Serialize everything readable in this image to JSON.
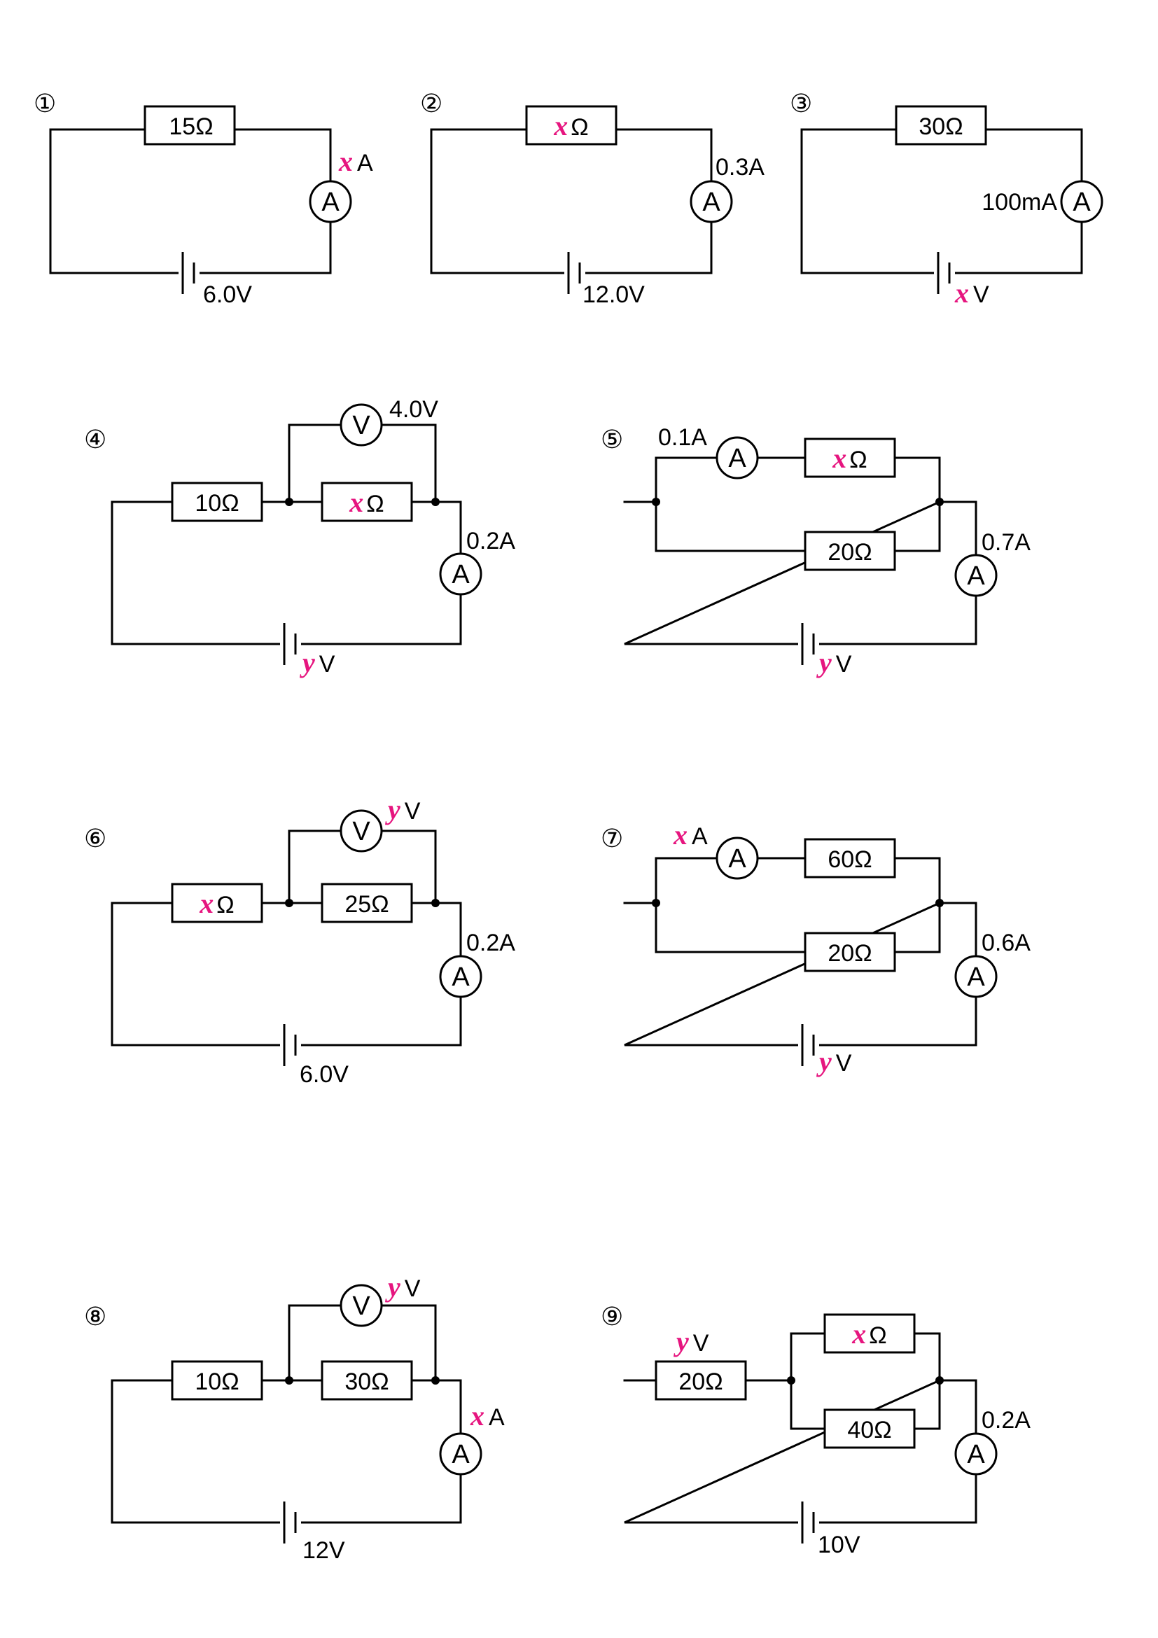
{
  "colors": {
    "variable": "#e6157f",
    "line": "#000000"
  },
  "circuits": [
    {
      "number": "①",
      "resistor_1": {
        "value": "15",
        "unit": "Ω"
      },
      "ammeter": {
        "symbol": "A",
        "var": "x",
        "unit": "A"
      },
      "battery": {
        "text": "6.0V"
      }
    },
    {
      "number": "②",
      "resistor_1": {
        "var": "x",
        "unit": "Ω"
      },
      "ammeter": {
        "symbol": "A",
        "text": "0.3A"
      },
      "battery": {
        "text": "12.0V"
      }
    },
    {
      "number": "③",
      "resistor_1": {
        "value": "30",
        "unit": "Ω"
      },
      "ammeter": {
        "symbol": "A",
        "text": "100mA"
      },
      "battery": {
        "var": "x",
        "unit": "V"
      }
    },
    {
      "number": "④",
      "resistor_1": {
        "value": "10",
        "unit": "Ω"
      },
      "resistor_2": {
        "var": "x",
        "unit": "Ω"
      },
      "voltmeter": {
        "symbol": "V",
        "text": "4.0V"
      },
      "ammeter": {
        "symbol": "A",
        "text": "0.2A"
      },
      "battery": {
        "var": "y",
        "unit": "V"
      }
    },
    {
      "number": "⑤",
      "ammeter_1": {
        "symbol": "A",
        "text": "0.1A"
      },
      "resistor_1": {
        "var": "x",
        "unit": "Ω"
      },
      "resistor_2": {
        "value": "20",
        "unit": "Ω"
      },
      "ammeter": {
        "symbol": "A",
        "text": "0.7A"
      },
      "battery": {
        "var": "y",
        "unit": "V"
      }
    },
    {
      "number": "⑥",
      "resistor_1": {
        "var": "x",
        "unit": "Ω"
      },
      "resistor_2": {
        "value": "25",
        "unit": "Ω"
      },
      "voltmeter": {
        "symbol": "V",
        "var": "y",
        "unit": "V"
      },
      "ammeter": {
        "symbol": "A",
        "text": "0.2A"
      },
      "battery": {
        "text": "6.0V"
      }
    },
    {
      "number": "⑦",
      "ammeter_1": {
        "symbol": "A",
        "var": "x",
        "unit": "A"
      },
      "resistor_1": {
        "value": "60",
        "unit": "Ω"
      },
      "resistor_2": {
        "value": "20",
        "unit": "Ω"
      },
      "ammeter": {
        "symbol": "A",
        "text": "0.6A"
      },
      "battery": {
        "var": "y",
        "unit": "V"
      }
    },
    {
      "number": "⑧",
      "resistor_1": {
        "value": "10",
        "unit": "Ω"
      },
      "resistor_2": {
        "value": "30",
        "unit": "Ω"
      },
      "voltmeter": {
        "symbol": "V",
        "var": "y",
        "unit": "V"
      },
      "ammeter": {
        "symbol": "A",
        "var": "x",
        "unit": "A"
      },
      "battery": {
        "text": "12V"
      }
    },
    {
      "number": "⑨",
      "resistor_1": {
        "value": "20",
        "unit": "Ω"
      },
      "resistor_1_label": {
        "var": "y",
        "unit": "V"
      },
      "resistor_2": {
        "var": "x",
        "unit": "Ω"
      },
      "resistor_3": {
        "value": "40",
        "unit": "Ω"
      },
      "ammeter": {
        "symbol": "A",
        "text": "0.2A"
      },
      "battery": {
        "text": "10V"
      }
    }
  ]
}
